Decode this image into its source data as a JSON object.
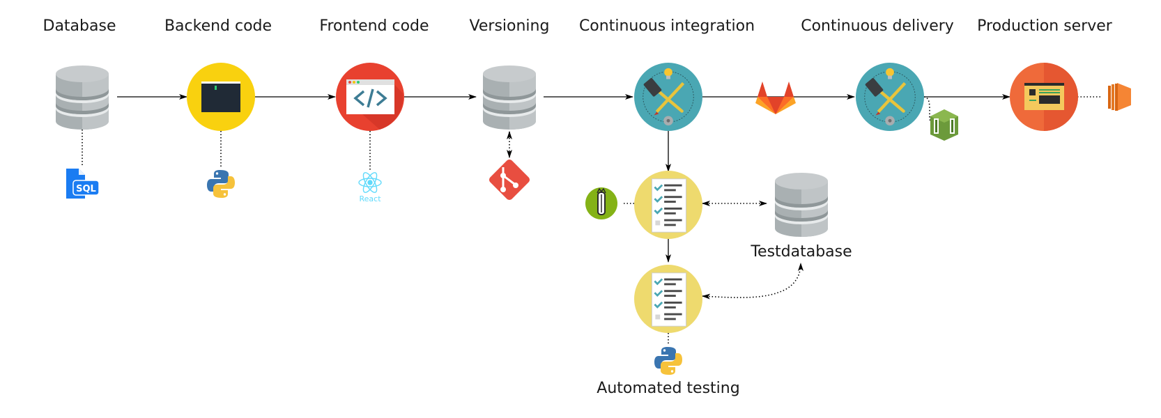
{
  "diagram": {
    "type": "ci-cd-pipeline",
    "stages": [
      {
        "id": "database",
        "title": "Database",
        "icon": "database-cylinder-icon",
        "tool": {
          "icon": "sql-file-icon",
          "label": "SQL"
        }
      },
      {
        "id": "backend",
        "title": "Backend code",
        "icon": "terminal-window-icon",
        "tool": {
          "icon": "python-logo-icon"
        }
      },
      {
        "id": "frontend",
        "title": "Frontend code",
        "icon": "code-browser-icon",
        "tool": {
          "icon": "react-logo-icon",
          "label": "React"
        }
      },
      {
        "id": "versioning",
        "title": "Versioning",
        "icon": "database-cylinder-icon",
        "tool": {
          "icon": "git-logo-icon"
        }
      },
      {
        "id": "ci",
        "title": "Continuous integration",
        "icon": "build-tools-icon",
        "tool": {
          "icon": "gitlab-logo-icon"
        }
      },
      {
        "id": "cd",
        "title": "Continuous delivery",
        "icon": "build-tools-icon",
        "tool": {
          "icon": "aws-codedeploy-icon"
        }
      },
      {
        "id": "production",
        "title": "Production server",
        "icon": "web-server-icon",
        "tool": {
          "icon": "aws-ec2-icon"
        }
      }
    ],
    "testing": {
      "label": "Automated testing",
      "nodes": [
        {
          "id": "test1",
          "icon": "checklist-icon",
          "tool": {
            "icon": "pytest-logo-icon"
          }
        },
        {
          "id": "test2",
          "icon": "checklist-icon",
          "tool": {
            "icon": "python-logo-icon"
          }
        }
      ]
    },
    "testdatabase": {
      "label": "Testdatabase",
      "icon": "database-cylinder-icon"
    },
    "edges": [
      {
        "from": "database",
        "to": "backend",
        "style": "solid",
        "arrow": "end"
      },
      {
        "from": "backend",
        "to": "frontend",
        "style": "solid",
        "arrow": "end"
      },
      {
        "from": "frontend",
        "to": "versioning",
        "style": "solid",
        "arrow": "end"
      },
      {
        "from": "versioning",
        "to": "ci",
        "style": "solid",
        "arrow": "end"
      },
      {
        "from": "ci",
        "to": "cd",
        "style": "solid",
        "arrow": "end",
        "via": "gitlab"
      },
      {
        "from": "cd",
        "to": "production",
        "style": "solid",
        "arrow": "end"
      },
      {
        "from": "ci",
        "to": "test1",
        "style": "solid",
        "arrow": "end"
      },
      {
        "from": "test1",
        "to": "test2",
        "style": "solid",
        "arrow": "end"
      },
      {
        "from": "versioning",
        "to": "git",
        "style": "dotted",
        "arrow": "both"
      },
      {
        "from": "test1",
        "to": "testdatabase",
        "style": "dotted",
        "arrow": "both"
      },
      {
        "from": "testdatabase",
        "to": "test2",
        "style": "dotted",
        "arrow": "both"
      }
    ]
  },
  "colors": {
    "db_gray": "#b8bdbf",
    "backend_yellow": "#f9d10f",
    "frontend_red": "#e8412f",
    "ci_teal": "#4aa7b3",
    "test_yellow": "#eeda6e",
    "prod_orange": "#ef6a3a",
    "git_red": "#e84e40",
    "sql_blue": "#1a7cf2",
    "react_cyan": "#61dafb"
  }
}
